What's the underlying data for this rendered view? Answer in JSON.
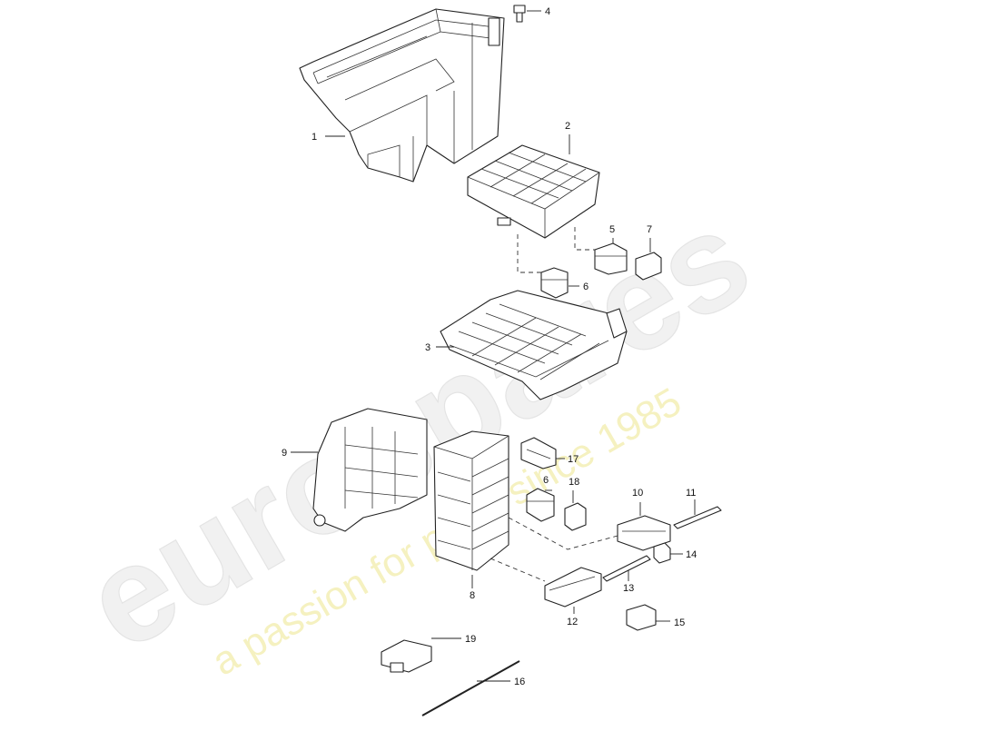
{
  "watermark": {
    "brand": "eurospares",
    "tagline": "a passion for parts since 1985",
    "brand_color": "#ededed",
    "tagline_color": "#f3eeb8"
  },
  "callouts": [
    {
      "id": "c1",
      "label": "1"
    },
    {
      "id": "c2",
      "label": "2"
    },
    {
      "id": "c3",
      "label": "3"
    },
    {
      "id": "c4",
      "label": "4"
    },
    {
      "id": "c5",
      "label": "5"
    },
    {
      "id": "c6a",
      "label": "6"
    },
    {
      "id": "c6b",
      "label": "6"
    },
    {
      "id": "c7",
      "label": "7"
    },
    {
      "id": "c8",
      "label": "8"
    },
    {
      "id": "c9",
      "label": "9"
    },
    {
      "id": "c10",
      "label": "10"
    },
    {
      "id": "c11",
      "label": "11"
    },
    {
      "id": "c12",
      "label": "12"
    },
    {
      "id": "c13",
      "label": "13"
    },
    {
      "id": "c14",
      "label": "14"
    },
    {
      "id": "c15",
      "label": "15"
    },
    {
      "id": "c16",
      "label": "16"
    },
    {
      "id": "c17",
      "label": "17"
    },
    {
      "id": "c18",
      "label": "18"
    },
    {
      "id": "c19",
      "label": "19"
    }
  ]
}
